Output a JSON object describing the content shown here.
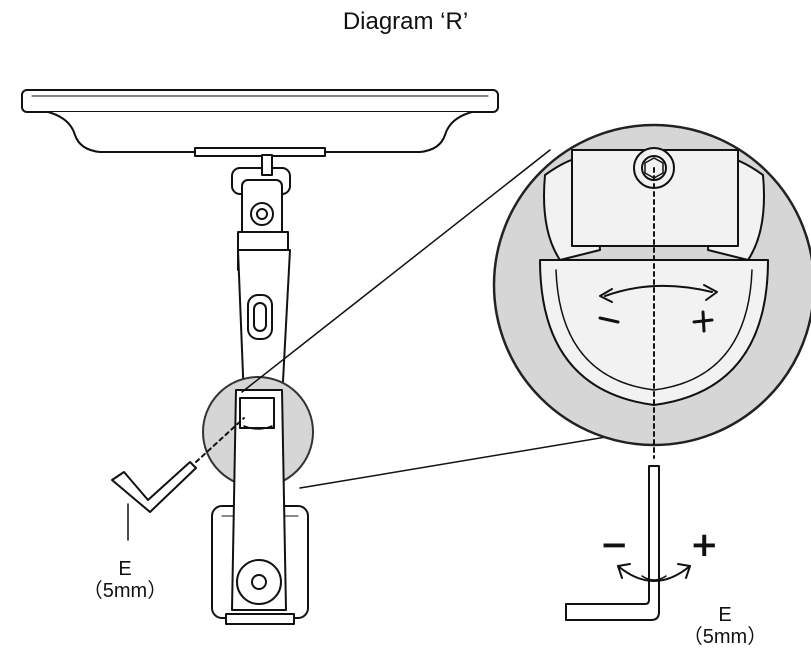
{
  "title": "Diagram ‘R’",
  "label_left": {
    "letter": "E",
    "size": "（5mm）"
  },
  "label_right": {
    "letter": "E",
    "size": "（5mm）"
  },
  "minus_sign": "−",
  "plus_sign": "+",
  "colors": {
    "line": "#111111",
    "shade": "#d6d6d6",
    "light": "#f2f2f2"
  }
}
